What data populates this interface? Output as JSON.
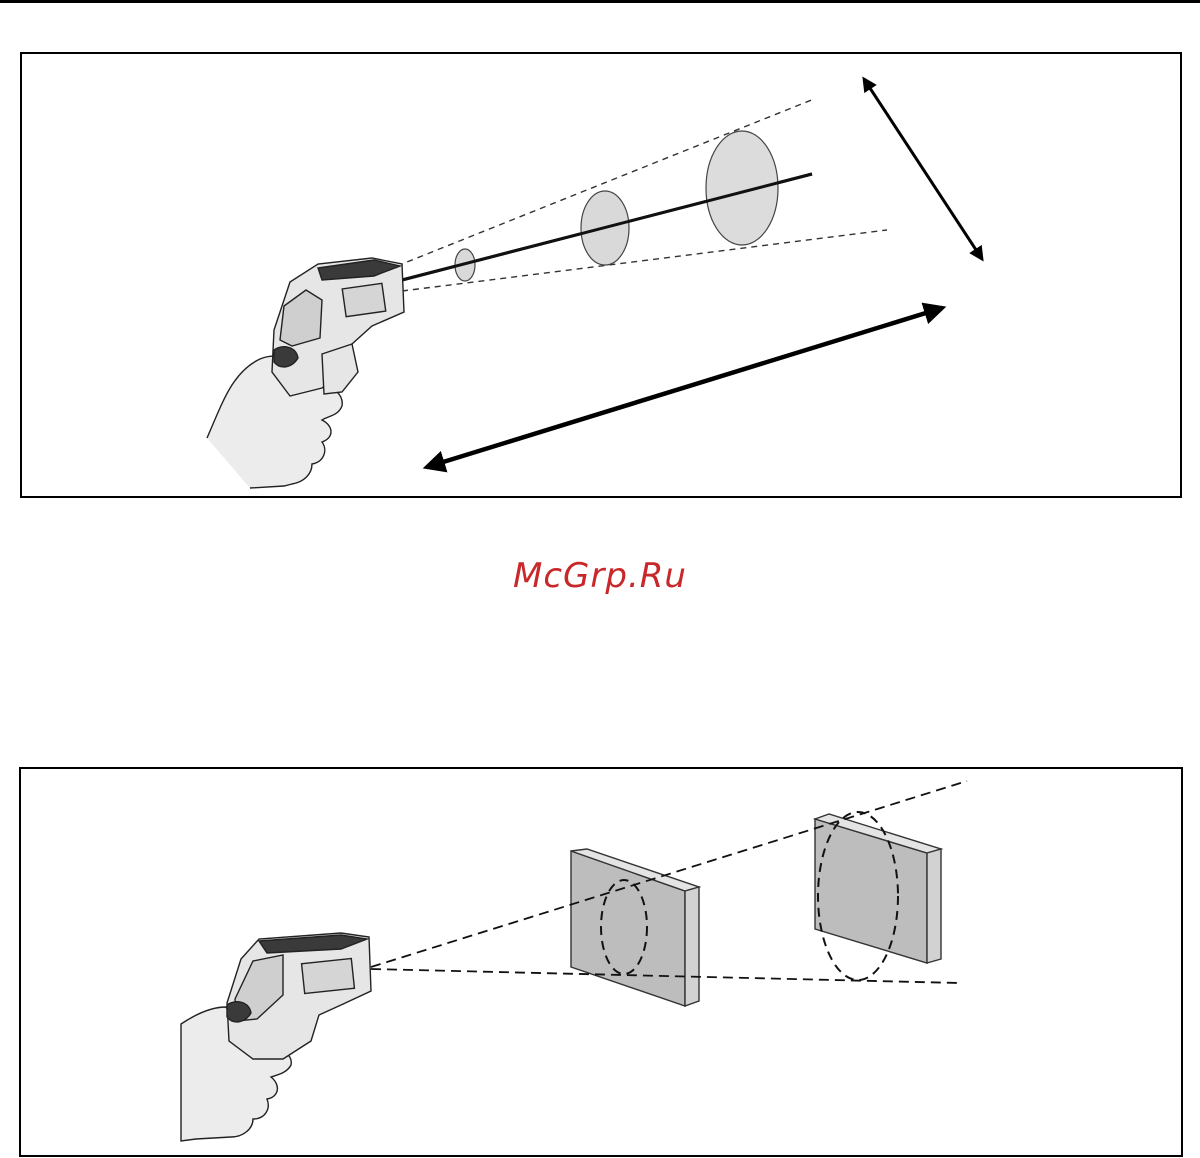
{
  "watermark": {
    "text": "McGrp.Ru",
    "color": "#c8282a"
  },
  "figures": [
    {
      "id": "distance-to-spot-figure"
    },
    {
      "id": "target-size-figure"
    }
  ],
  "colors": {
    "line": "#000000",
    "spot_fill": "#d9d9d9",
    "target_fill": "#bdbdbd"
  }
}
